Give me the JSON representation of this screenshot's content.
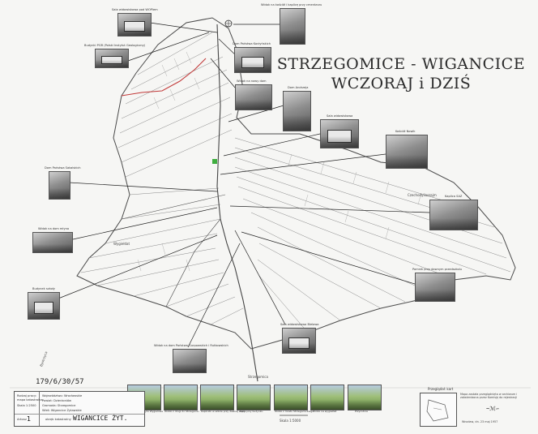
{
  "title": {
    "line1": "STRZEGOMICE - WIGANCICE",
    "line2": "WCZORAJ i DZIŚ"
  },
  "photo_captions": [
    "Sala widowiskowa pod WOPlem",
    "Widok na kościół i kaplicę przy cmentarzu",
    "Budynki PGR (Polski Instytut Geologiczny)",
    "Dom Państwa Korżyńskich",
    "Widok na nowy dom",
    "Dom Andrzeja",
    "Sala widowiskowa",
    "Kościół Nowik",
    "Dom Państwa Sakalskich",
    "Kaplica SAZ",
    "Widok na dom młyna",
    "Pomnik przy dawnym przedszkolu",
    "Budynek szkoły",
    "Sala widowiskowa Bielawa",
    "Widok na dom Państwa Gurpowskich i Rutkowskich"
  ],
  "place_labels": {
    "east": "Czechodyliaszajm",
    "west": "Wygiełdat",
    "south": "Strzegomica",
    "southwest": "Bystrzyca"
  },
  "bottom_strip_captions": [
    "Widok ze szczytu Wygielowa",
    "Widok z drogi do Strzegomic",
    "Kapliczki w szkole przy dawnej stacji",
    "Łąka przy budynku",
    "Widok z mostu Strzegomickiego",
    "Widok na wygiełdat",
    "Przyrodnia"
  ],
  "legend": {
    "r1a": "Rodzaj pracy:",
    "r1b": "Województwo: Wrocławskie",
    "r2a": "mapa katastralna",
    "r2b": "Powiat: Dzierżoniów",
    "r3b": "Gromada: Strzegomice",
    "r4b": "Wieś: Wigancice Żytawskie",
    "scale": "Skala 1:2500",
    "sheet_label": "Arkusz",
    "sheet_value": "1",
    "obreb_label": "obręb katastralny",
    "place_hand": "WIGANCICE ŻYT."
  },
  "handwritten_code": "179/6/30/57",
  "scale_bar_text": "Skala 1:5000",
  "stamp": {
    "title": "Przeglądał: kart",
    "note": "Mapa została przeglądnięta w archiwum i zatwierdzona przez Komisję do rejestracji",
    "date": "Wrocław, dn. 23 maj 1957"
  },
  "colors": {
    "background": "#f6f6f4",
    "lines": "#5a5a5a",
    "stream": "#c23a3a",
    "marker": "#3fae3f"
  }
}
